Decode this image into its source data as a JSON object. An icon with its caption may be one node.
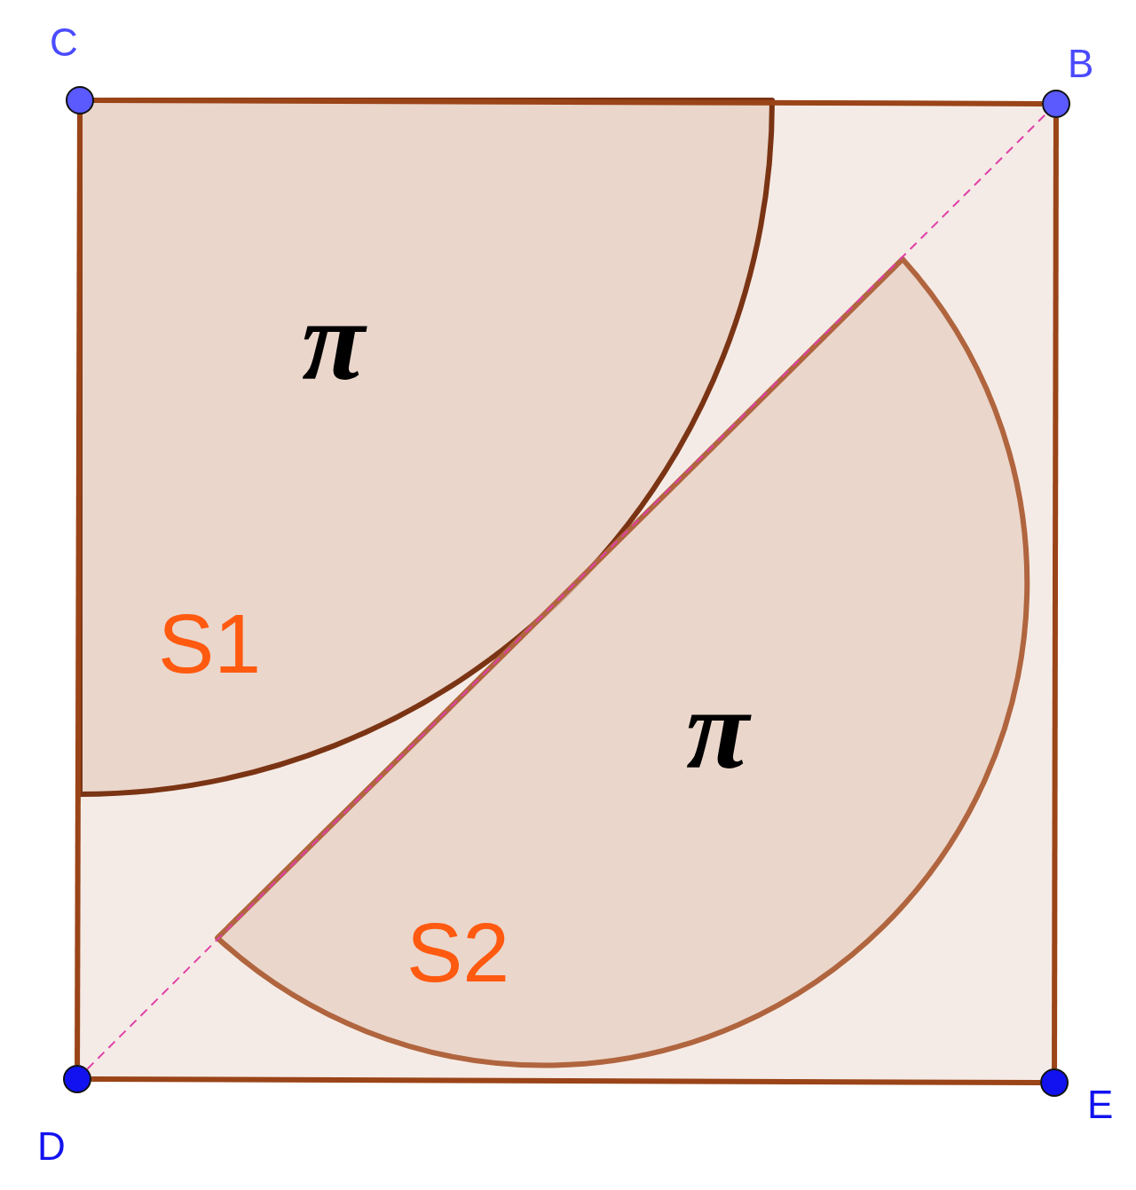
{
  "diagram": {
    "nodes": [
      {
        "text": [],
        "shape": "circle",
        "beside": [
          "C"
        ]
      },
      {
        "text": [],
        "shape": "circle",
        "beside": [
          "B"
        ]
      },
      {
        "text": [],
        "shape": "circle",
        "beside": [
          "E"
        ]
      },
      {
        "text": [],
        "shape": "circle",
        "beside": [
          "D"
        ]
      },
      {
        "text": [
          "π",
          "S1"
        ]
      },
      {
        "text": [
          "π",
          "S2"
        ]
      }
    ],
    "edges": [
      {
        "from": 0,
        "to": 1,
        "arrow": "none"
      },
      {
        "from": 1,
        "to": 2,
        "arrow": "none"
      },
      {
        "from": 2,
        "to": 3,
        "arrow": "none"
      },
      {
        "from": 3,
        "to": 0,
        "arrow": "none"
      },
      {
        "from": 3,
        "to": 1,
        "arrow": "none",
        "style": "dashed",
        "color": "#e040a8"
      }
    ]
  }
}
